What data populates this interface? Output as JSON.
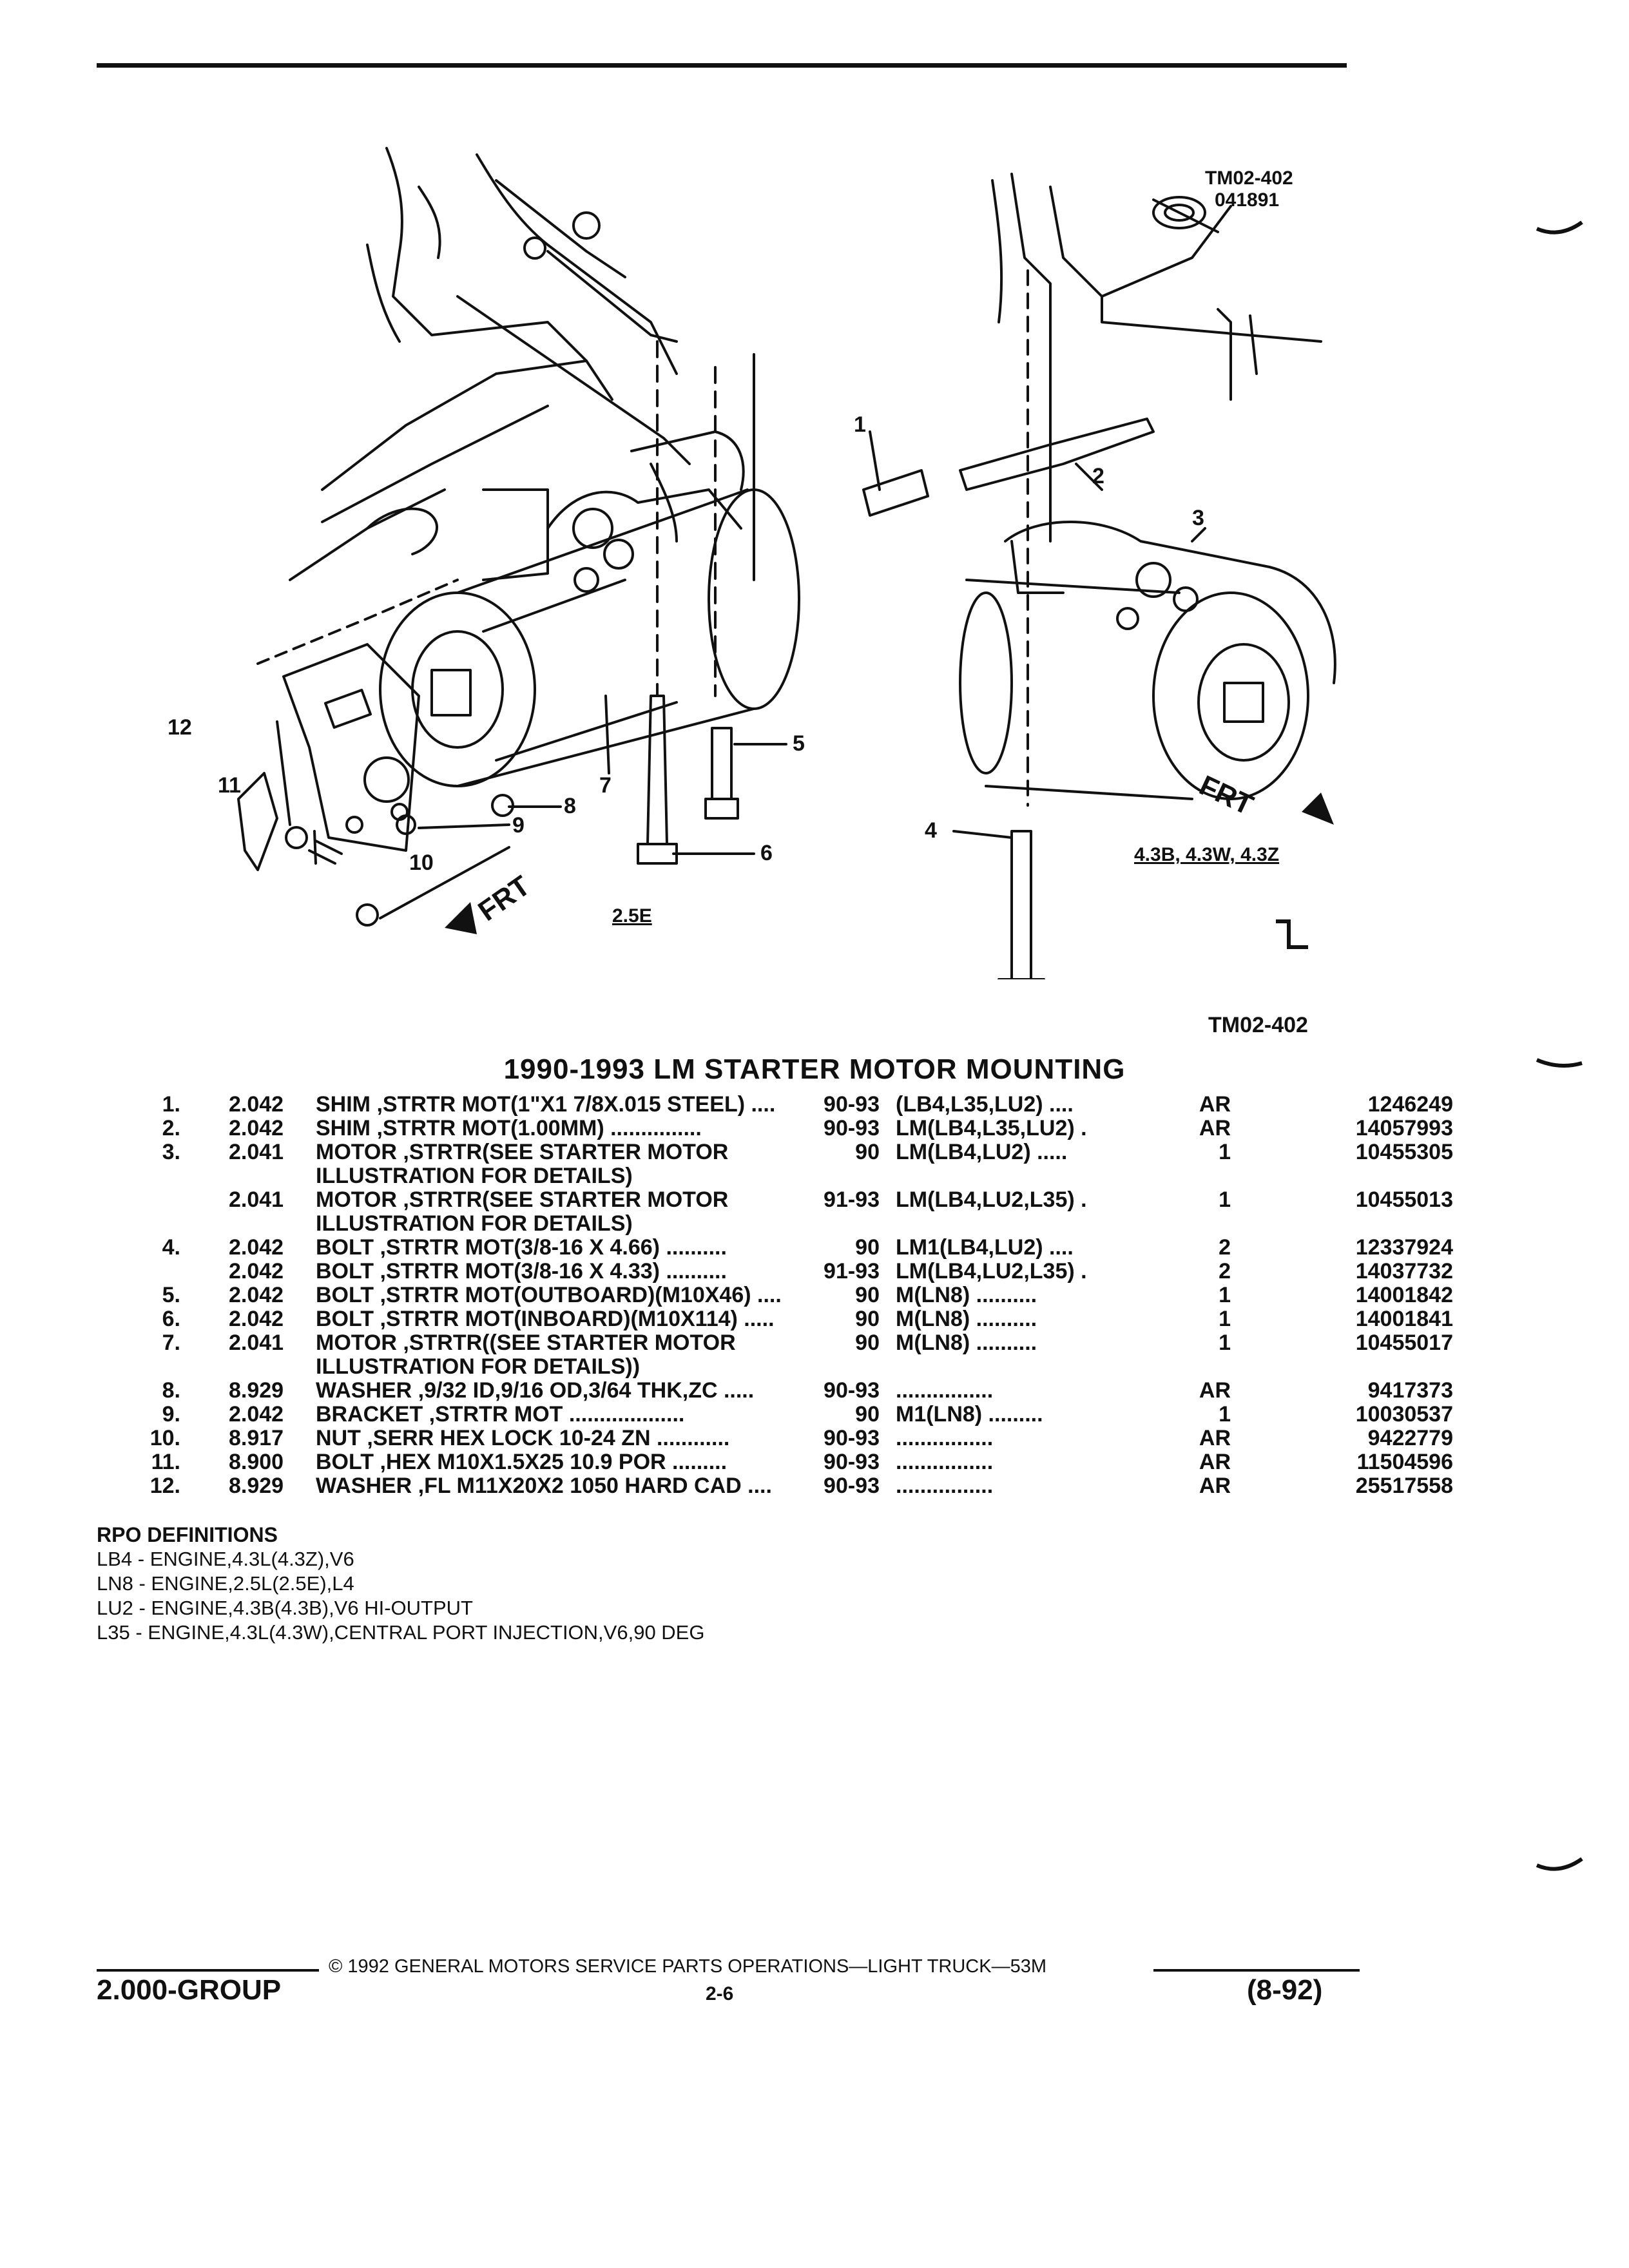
{
  "figure": {
    "ref_top": [
      "TM02-402",
      "041891"
    ],
    "ref_bottom": "TM02-402",
    "left_label": "2.5E",
    "right_label": "4.3B, 4.3W, 4.3Z",
    "frt_left": "FRT",
    "frt_right": "FRT",
    "callouts": [
      "1",
      "2",
      "3",
      "4",
      "5",
      "6",
      "7",
      "8",
      "9",
      "10",
      "11",
      "12"
    ]
  },
  "title": "1990-1993 LM STARTER MOTOR MOUNTING",
  "parts": [
    {
      "no": "1.",
      "grp": "2.042",
      "desc": "SHIM ,STRTR MOT(1\"X1 7/8X.015 STEEL) ....",
      "yr": "90-93",
      "use": "(LB4,L35,LU2) ....",
      "qty": "AR",
      "pn": "1246249"
    },
    {
      "no": "2.",
      "grp": "2.042",
      "desc": "SHIM ,STRTR MOT(1.00MM) ...............",
      "yr": "90-93",
      "use": "LM(LB4,L35,LU2) .",
      "qty": "AR",
      "pn": "14057993"
    },
    {
      "no": "3.",
      "grp": "2.041",
      "desc": "MOTOR ,STRTR(SEE STARTER MOTOR",
      "yr": "90",
      "use": "LM(LB4,LU2) .....",
      "qty": "1",
      "pn": "10455305"
    },
    {
      "no": "",
      "grp": "",
      "desc": "ILLUSTRATION FOR DETAILS)",
      "yr": "",
      "use": "",
      "qty": "",
      "pn": ""
    },
    {
      "no": "",
      "grp": "2.041",
      "desc": "MOTOR ,STRTR(SEE STARTER MOTOR",
      "yr": "91-93",
      "use": "LM(LB4,LU2,L35) .",
      "qty": "1",
      "pn": "10455013"
    },
    {
      "no": "",
      "grp": "",
      "desc": "ILLUSTRATION FOR DETAILS)",
      "yr": "",
      "use": "",
      "qty": "",
      "pn": ""
    },
    {
      "no": "4.",
      "grp": "2.042",
      "desc": "BOLT ,STRTR MOT(3/8-16 X 4.66) ..........",
      "yr": "90",
      "use": "LM1(LB4,LU2) ....",
      "qty": "2",
      "pn": "12337924"
    },
    {
      "no": "",
      "grp": "2.042",
      "desc": "BOLT ,STRTR MOT(3/8-16 X 4.33) ..........",
      "yr": "91-93",
      "use": "LM(LB4,LU2,L35) .",
      "qty": "2",
      "pn": "14037732"
    },
    {
      "no": "5.",
      "grp": "2.042",
      "desc": "BOLT ,STRTR MOT(OUTBOARD)(M10X46) ....",
      "yr": "90",
      "use": "M(LN8) ..........",
      "qty": "1",
      "pn": "14001842"
    },
    {
      "no": "6.",
      "grp": "2.042",
      "desc": "BOLT ,STRTR MOT(INBOARD)(M10X114) .....",
      "yr": "90",
      "use": "M(LN8) ..........",
      "qty": "1",
      "pn": "14001841"
    },
    {
      "no": "7.",
      "grp": "2.041",
      "desc": "MOTOR ,STRTR((SEE STARTER MOTOR",
      "yr": "90",
      "use": "M(LN8) ..........",
      "qty": "1",
      "pn": "10455017"
    },
    {
      "no": "",
      "grp": "",
      "desc": "ILLUSTRATION FOR DETAILS))",
      "yr": "",
      "use": "",
      "qty": "",
      "pn": ""
    },
    {
      "no": "8.",
      "grp": "8.929",
      "desc": "WASHER ,9/32 ID,9/16 OD,3/64 THK,ZC .....",
      "yr": "90-93",
      "use": "................",
      "qty": "AR",
      "pn": "9417373"
    },
    {
      "no": "9.",
      "grp": "2.042",
      "desc": "BRACKET ,STRTR MOT ...................",
      "yr": "90",
      "use": "M1(LN8) .........",
      "qty": "1",
      "pn": "10030537"
    },
    {
      "no": "10.",
      "grp": "8.917",
      "desc": "NUT ,SERR HEX LOCK 10-24 ZN ............",
      "yr": "90-93",
      "use": "................",
      "qty": "AR",
      "pn": "9422779"
    },
    {
      "no": "11.",
      "grp": "8.900",
      "desc": "BOLT ,HEX M10X1.5X25 10.9 POR .........",
      "yr": "90-93",
      "use": "................",
      "qty": "AR",
      "pn": "11504596"
    },
    {
      "no": "12.",
      "grp": "8.929",
      "desc": "WASHER ,FL M11X20X2 1050 HARD CAD ....",
      "yr": "90-93",
      "use": "................",
      "qty": "AR",
      "pn": "25517558"
    }
  ],
  "rpo": {
    "heading": "RPO DEFINITIONS",
    "items": [
      "LB4 - ENGINE,4.3L(4.3Z),V6",
      "LN8 - ENGINE,2.5L(2.5E),L4",
      "LU2 - ENGINE,4.3B(4.3B),V6 HI-OUTPUT",
      "L35 - ENGINE,4.3L(4.3W),CENTRAL PORT INJECTION,V6,90 DEG"
    ]
  },
  "footer": {
    "copyright": "© 1992 GENERAL MOTORS SERVICE PARTS OPERATIONS—LIGHT TRUCK—53M",
    "left": "2.000-GROUP",
    "page": "2-6",
    "right": "(8-92)"
  }
}
